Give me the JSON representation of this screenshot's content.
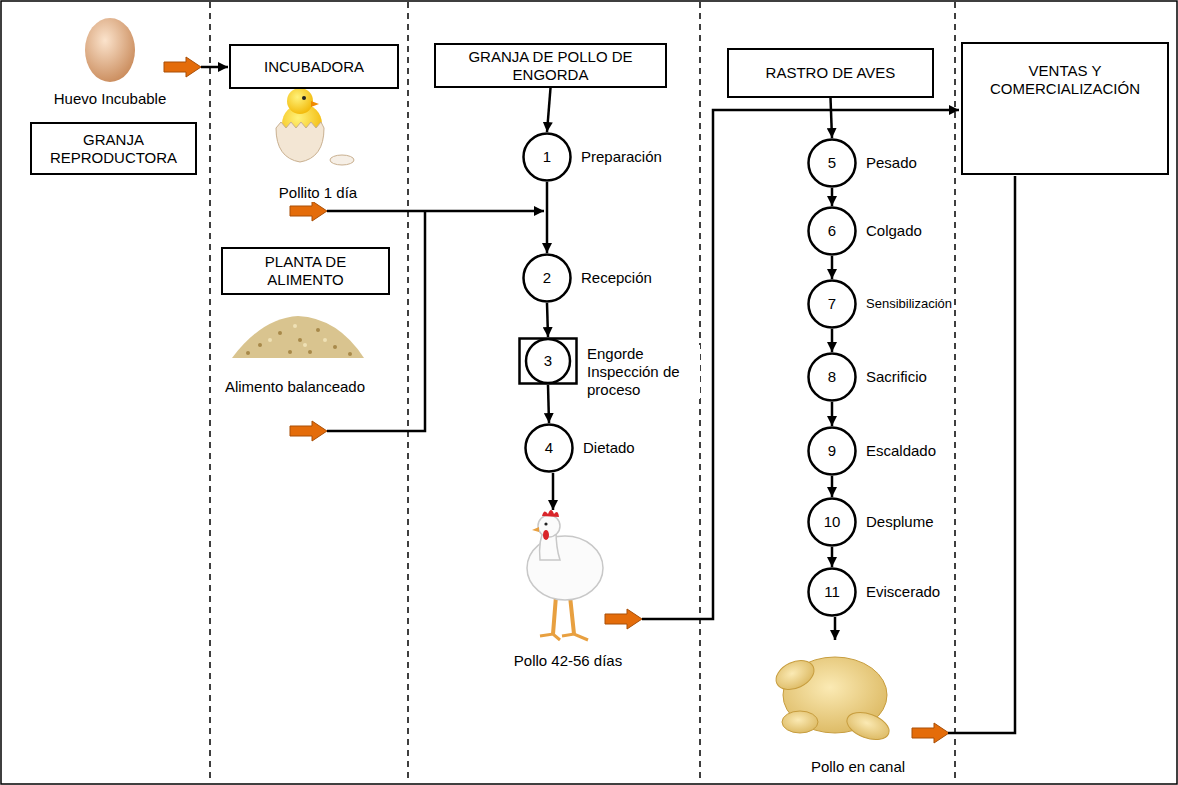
{
  "diagram": {
    "nodes": [
      {
        "text": [
          "GRANJA REPRODUCTORA"
        ]
      },
      {
        "text": [
          "INCUBADORA"
        ]
      },
      {
        "text": [
          "PLANTA DE ALIMENTO"
        ]
      },
      {
        "text": [
          "GRANJA DE POLLO DE ENGORDA"
        ]
      },
      {
        "text": [
          "1",
          "Preparación"
        ]
      },
      {
        "text": [
          "2",
          "Recepción"
        ]
      },
      {
        "text": [
          "3",
          "Engorde Inspección de proceso"
        ]
      },
      {
        "text": [
          "4",
          "Dietado"
        ]
      },
      {
        "text": [
          "RASTRO DE AVES"
        ]
      },
      {
        "text": [
          "VENTAS Y COMERCIALIZACIÓN"
        ]
      },
      {
        "text": [
          "5",
          "Pesado"
        ]
      },
      {
        "text": [
          "6",
          "Colgado"
        ]
      },
      {
        "text": [
          "7",
          "Sensibilización"
        ]
      },
      {
        "text": [
          "8",
          "Sacrificio"
        ]
      },
      {
        "text": [
          "9",
          "Escaldado"
        ]
      },
      {
        "text": [
          "10",
          "Desplume"
        ]
      },
      {
        "text": [
          "11",
          "Eviscerado"
        ]
      }
    ],
    "edges": [
      {
        "from": 3,
        "to": 4,
        "arrow": "to"
      },
      {
        "from": 4,
        "to": 5,
        "arrow": "to"
      },
      {
        "from": 5,
        "to": 6,
        "arrow": "to"
      },
      {
        "from": 6,
        "to": 7,
        "arrow": "to"
      },
      {
        "from": 8,
        "to": 10,
        "arrow": "to"
      },
      {
        "from": 10,
        "to": 11,
        "arrow": "to"
      },
      {
        "from": 11,
        "to": 12,
        "arrow": "to"
      },
      {
        "from": 12,
        "to": 13,
        "arrow": "to"
      },
      {
        "from": 13,
        "to": 14,
        "arrow": "to"
      },
      {
        "from": 14,
        "to": 15,
        "arrow": "to"
      },
      {
        "from": 15,
        "to": 16,
        "arrow": "to"
      }
    ],
    "labels": [
      "Huevo Incubable",
      "Pollito 1 día",
      "Alimento balanceado",
      "Pollo 42-56 días",
      "Pollo en canal"
    ]
  }
}
